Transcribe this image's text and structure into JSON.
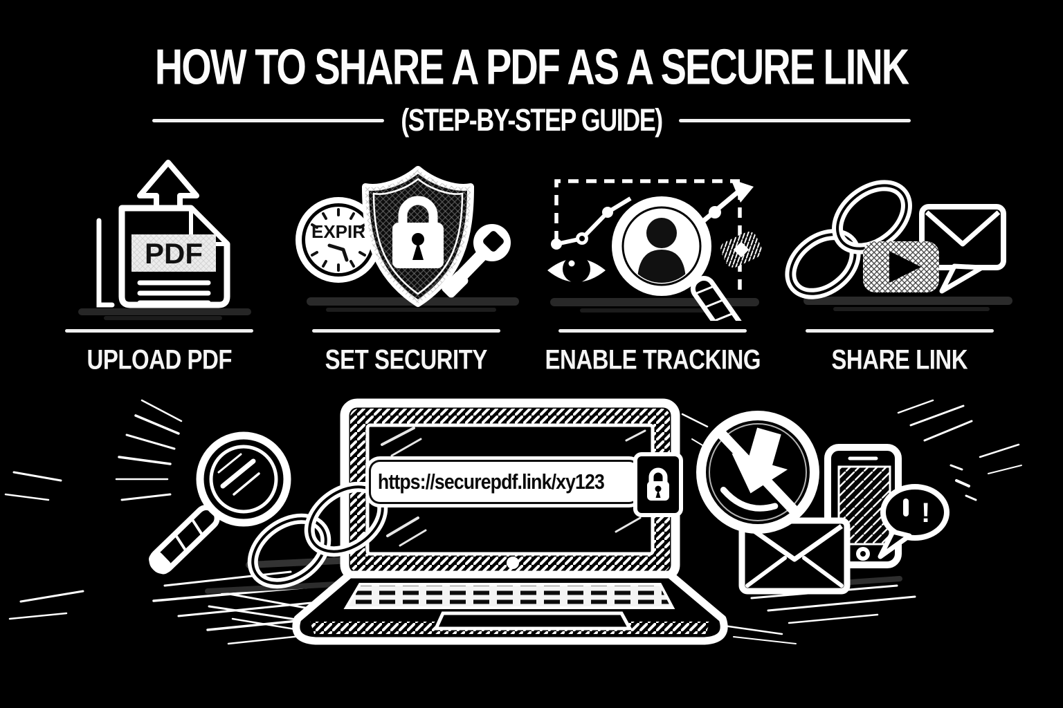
{
  "header": {
    "title": "HOW TO SHARE A PDF AS A SECURE LINK",
    "subtitle": "(STEP-BY-STEP GUIDE)"
  },
  "steps": [
    {
      "label": "UPLOAD PDF",
      "file_label": "PDF",
      "icons": [
        "pdf-file-icon",
        "upload-arrow-icon"
      ]
    },
    {
      "label": "SET SECURITY",
      "clock_text": "EXPIR",
      "icons": [
        "expiry-clock-icon",
        "shield-lock-icon",
        "key-icon"
      ]
    },
    {
      "label": "ENABLE TRACKING",
      "icons": [
        "analytics-line-icon",
        "eye-icon",
        "user-magnifier-icon"
      ]
    },
    {
      "label": "SHARE LINK",
      "icons": [
        "chain-link-icon",
        "video-play-icon",
        "envelope-chat-icon"
      ]
    }
  ],
  "scene": {
    "url": "https://securepdf.link/xy123",
    "alert_text": "!",
    "icons": [
      "magnifier-icon",
      "chain-link-icon",
      "laptop-icon",
      "url-lock-badge-icon",
      "no-download-icon",
      "smartphone-icon",
      "envelope-icon",
      "chat-bubble-icon"
    ]
  },
  "colors": {
    "background": "#000000",
    "ink": "#ffffff"
  }
}
